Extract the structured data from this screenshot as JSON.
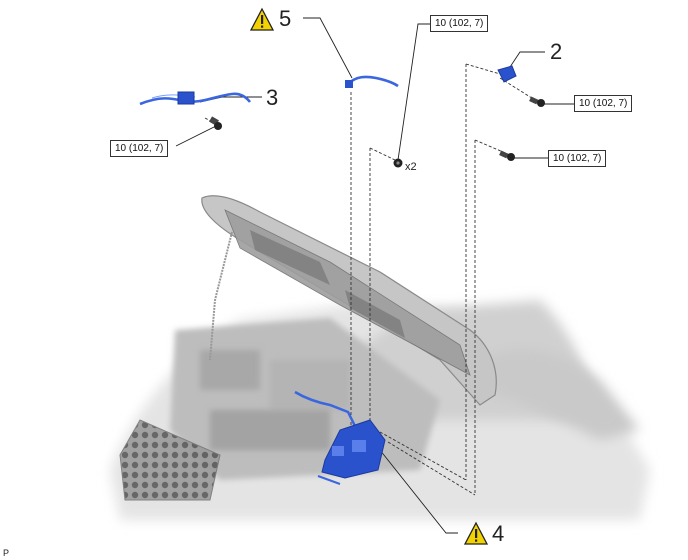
{
  "callouts": [
    {
      "id": "5",
      "warning": true
    },
    {
      "id": "2",
      "warning": false
    },
    {
      "id": "3",
      "warning": false
    },
    {
      "id": "4",
      "warning": true
    }
  ],
  "torque_specs": [
    {
      "label": "10 (102, 7)"
    },
    {
      "label": "10 (102, 7)"
    },
    {
      "label": "10 (102, 7)"
    },
    {
      "label": "10 (102, 7)"
    }
  ],
  "quantity": "x2",
  "corner_mark": "P",
  "colors": {
    "part_highlight": "#2a52cc",
    "warning_fill": "#f2d200",
    "leader": "#222222",
    "vehicle_gray": "#bdbdbd"
  },
  "icons": [
    "warning-triangle-icon",
    "bolt-icon",
    "nut-icon"
  ]
}
